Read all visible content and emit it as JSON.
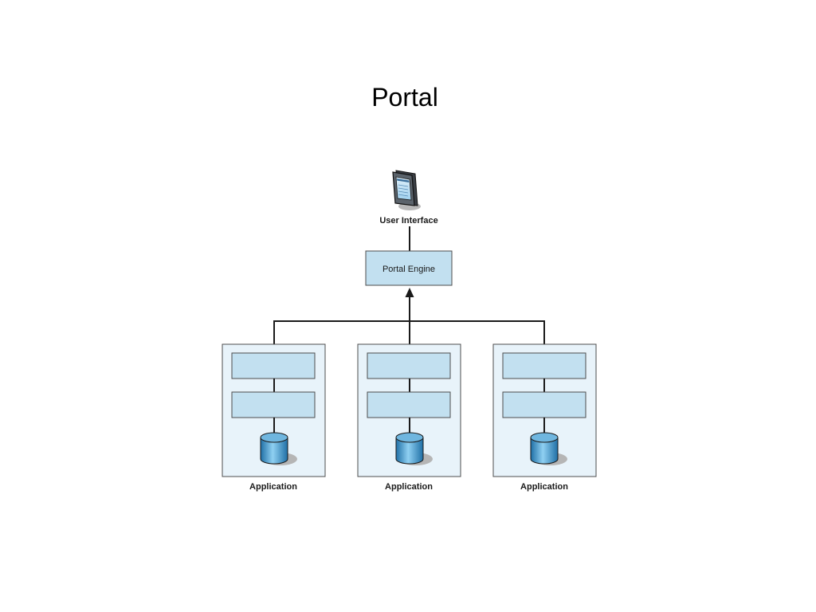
{
  "slide": {
    "title": "Portal"
  },
  "diagram": {
    "user_interface_label": "User Interface",
    "portal_engine_label": "Portal Engine",
    "applications": [
      {
        "label": "Application"
      },
      {
        "label": "Application"
      },
      {
        "label": "Application"
      }
    ]
  },
  "colors": {
    "box_fill": "#c2e0f0",
    "app_fill": "#e8f3fa",
    "stroke": "#1a1a1a",
    "db_blue": "#2d86c2"
  }
}
